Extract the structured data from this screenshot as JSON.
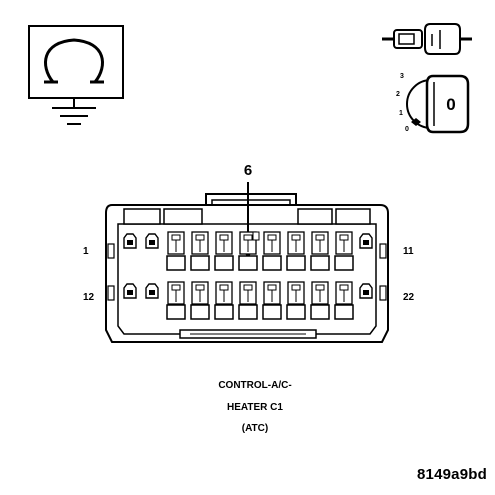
{
  "connector": {
    "callout": "6",
    "pin_labels": {
      "top_left": "1",
      "top_right": "11",
      "bottom_left": "12",
      "bottom_right": "22"
    },
    "caption": [
      "CONTROL-A/C-",
      "HEATER C1",
      "(ATC)"
    ]
  },
  "ignition_key": {
    "positions": [
      "3",
      "2",
      "1",
      "0"
    ],
    "current": "0"
  },
  "figure_id": "8149a9bd",
  "icons": [
    "ohmmeter-ground-icon",
    "connector-disconnect-icon",
    "ignition-key-icon"
  ]
}
